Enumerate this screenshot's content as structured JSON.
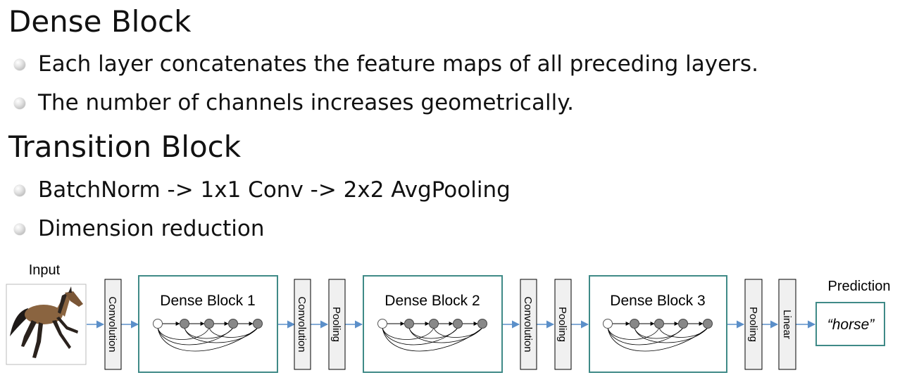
{
  "sections": [
    {
      "title": "Dense Block",
      "bullets": [
        "Each layer concatenates the feature maps of all preceding layers.",
        "The number of channels increases geometrically."
      ]
    },
    {
      "title": "Transition Block",
      "bullets": [
        "BatchNorm -> 1x1 Conv -> 2x2 AvgPooling",
        "Dimension reduction"
      ]
    }
  ],
  "diagram": {
    "input_label": "Input",
    "input_image": "horse-photo",
    "output_label": "Prediction",
    "output_value": "“horse”",
    "stages": [
      {
        "type": "layer",
        "label": "Convolution"
      },
      {
        "type": "dense",
        "label": "Dense Block 1"
      },
      {
        "type": "layer",
        "label": "Convolution"
      },
      {
        "type": "layer",
        "label": "Pooling"
      },
      {
        "type": "dense",
        "label": "Dense Block 2"
      },
      {
        "type": "layer",
        "label": "Convolution"
      },
      {
        "type": "layer",
        "label": "Pooling"
      },
      {
        "type": "dense",
        "label": "Dense Block 3"
      },
      {
        "type": "layer",
        "label": "Pooling"
      },
      {
        "type": "layer",
        "label": "Linear"
      }
    ],
    "colors": {
      "arrow": "#5b8fc9",
      "block_border": "#3f8a87",
      "layer_fill": "#f0f0f0",
      "node_fill": "#888888"
    }
  }
}
